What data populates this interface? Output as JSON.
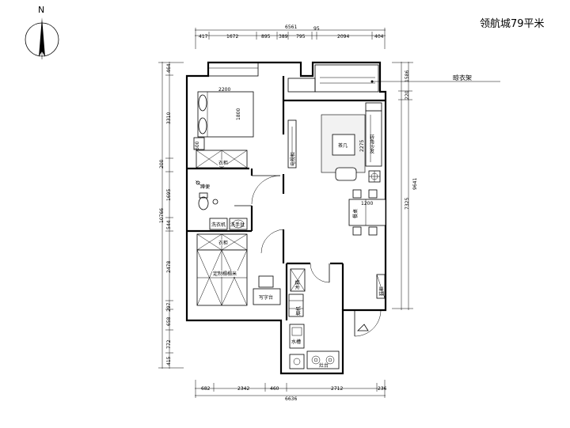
{
  "title": "领航城79平米",
  "compass": {
    "north_label": "N"
  },
  "dims": {
    "top_total": "6561",
    "top_segments": [
      "417",
      "1672",
      "895",
      "389",
      "795",
      "95",
      "2094",
      "404"
    ],
    "bottom_total": "6636",
    "bottom_segments": [
      "682",
      "2342",
      "460",
      "2712",
      "236"
    ],
    "left_total": "10766",
    "left_segments": [
      "464",
      "3310",
      "200",
      "1695",
      "544",
      "2478",
      "297",
      "658",
      "772",
      "415"
    ],
    "right_total": "9641",
    "right_segments": [
      "1586",
      "220",
      "7325"
    ]
  },
  "labels": {
    "drying_rack": "晾衣架",
    "bed_w": "2200",
    "bed_l": "1800",
    "small_600": "600",
    "wardrobe": "衣柜",
    "toilet": "蹲便",
    "washer": "洗衣机",
    "washbasin": "洗手盆",
    "wardrobe2": "衣柜",
    "tatami": "定制榻榻米",
    "study_desk": "写字台",
    "tv_cabinet": "电视柜",
    "tea_table": "茶几",
    "sofa": "转角沙发",
    "sofa_dim": "2275",
    "table_dim": "1200",
    "dining": "餐桌",
    "fridge": "冰箱",
    "sink": "水槽",
    "stove": "灶台",
    "entry_cabinet": "鞋柜",
    "range_hood": "烟机"
  }
}
